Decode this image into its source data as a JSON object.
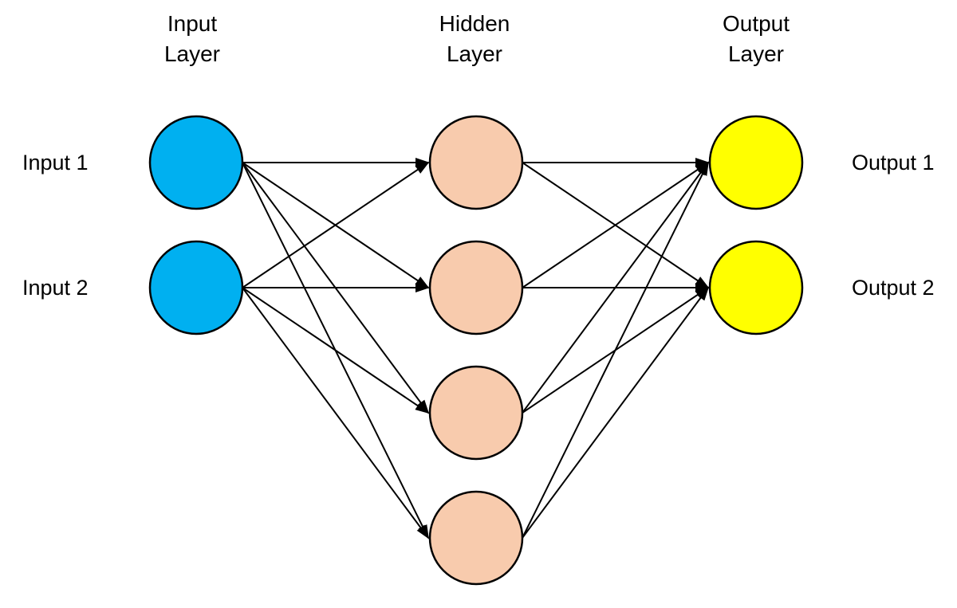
{
  "headers": {
    "input": {
      "line1": "Input",
      "line2": "Layer"
    },
    "hidden": {
      "line1": "Hidden",
      "line2": "Layer"
    },
    "output": {
      "line1": "Output",
      "line2": "Layer"
    }
  },
  "node_labels": {
    "input1": "Input 1",
    "input2": "Input 2",
    "output1": "Output 1",
    "output2": "Output 2"
  },
  "colors": {
    "input_node": "#00B0F0",
    "hidden_node": "#F8CBAD",
    "output_node": "#FFFF00",
    "node_outline": "#000000",
    "edge": "#000000",
    "text": "#000000",
    "background": "#FFFFFF"
  },
  "network": {
    "type": "feedforward-neural-network",
    "layer_names": [
      "Input Layer",
      "Hidden Layer",
      "Output Layer"
    ],
    "layer_sizes": [
      2,
      4,
      2
    ],
    "connectivity": "fully-connected",
    "edge_style": "straight lines with filled arrowheads pointing left-to-right"
  }
}
